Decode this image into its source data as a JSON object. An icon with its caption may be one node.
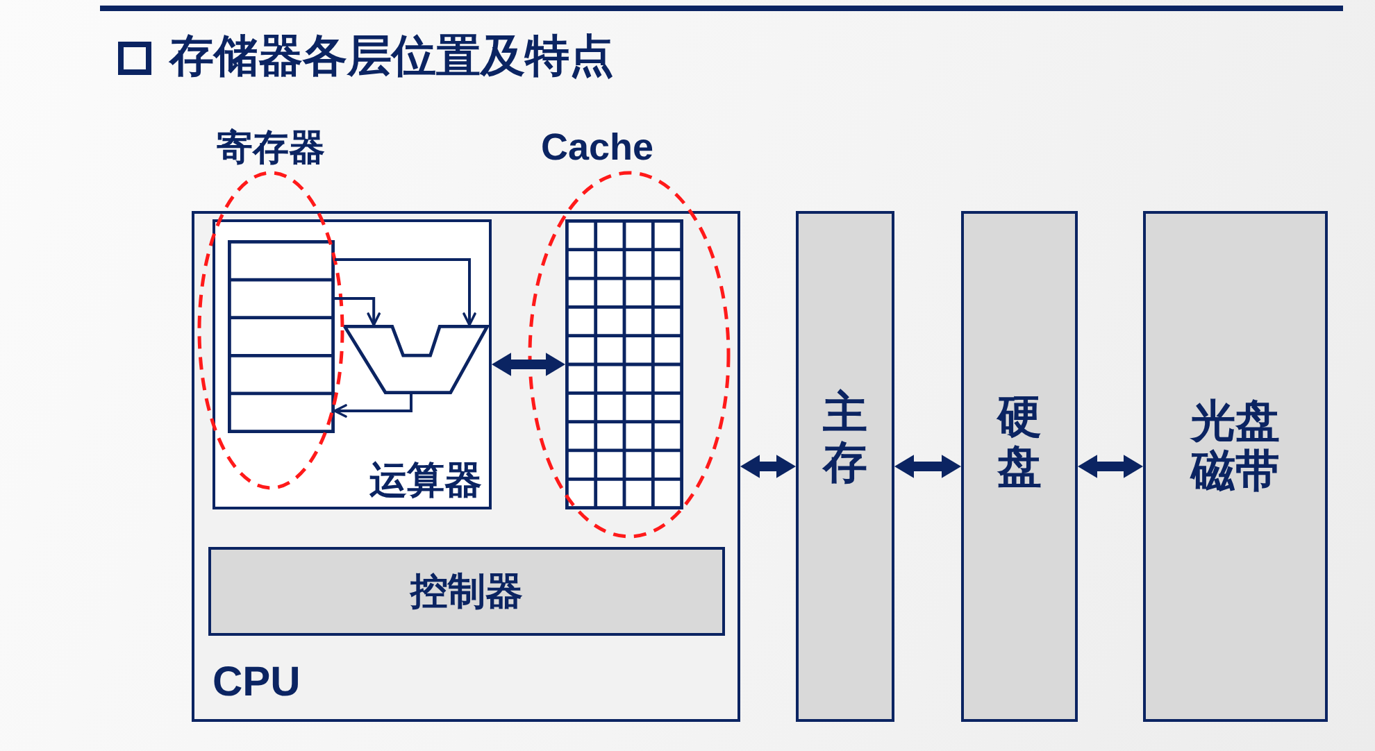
{
  "diagram": {
    "title": "存储器各层位置及特点",
    "nodes": [
      {
        "text": [
          "寄存器"
        ]
      },
      {
        "text": [
          "Cache"
        ]
      },
      {
        "text": [
          "CPU"
        ]
      },
      {
        "text": [
          "运算器"
        ],
        "in": 2
      },
      {
        "text": [],
        "shape": "stack"
      },
      {
        "text": [],
        "shape": "trapezoid",
        "in": 3
      },
      {
        "text": [],
        "shape": "grid",
        "in": 1
      },
      {
        "text": [
          "控制器"
        ],
        "in": 2
      },
      {
        "text": [
          "主存"
        ]
      },
      {
        "text": [
          "硬盘"
        ]
      },
      {
        "text": [
          "光盘磁带"
        ]
      }
    ],
    "edges": [
      {
        "from": 4,
        "to": 5,
        "arrow": "to"
      },
      {
        "from": 4,
        "to": 5,
        "arrow": "to"
      },
      {
        "from": 5,
        "to": 4,
        "arrow": "to"
      },
      {
        "from": 3,
        "to": 6,
        "arrow": "both"
      },
      {
        "from": 2,
        "to": 8,
        "arrow": "both"
      },
      {
        "from": 8,
        "to": 9,
        "arrow": "both"
      },
      {
        "from": 9,
        "to": 10,
        "arrow": "both"
      }
    ]
  }
}
